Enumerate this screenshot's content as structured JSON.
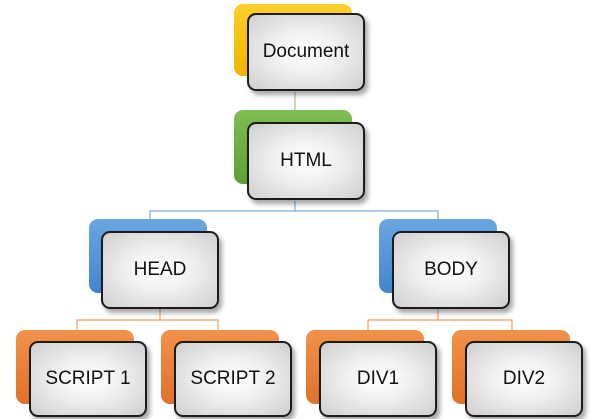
{
  "diagram": {
    "root": "Document",
    "html": "HTML",
    "head": "HEAD",
    "body": "BODY",
    "script1": "SCRIPT 1",
    "script2": "SCRIPT 2",
    "div1": "DIV1",
    "div2": "DIV2"
  },
  "colors": {
    "document_tab": "#f5c000",
    "html_tab": "#6aa947",
    "head_body_tab": "#4f90d9",
    "leaf_tab": "#e97a34",
    "connector_blue": "#7fb0e0",
    "connector_orange": "#f0a060"
  }
}
